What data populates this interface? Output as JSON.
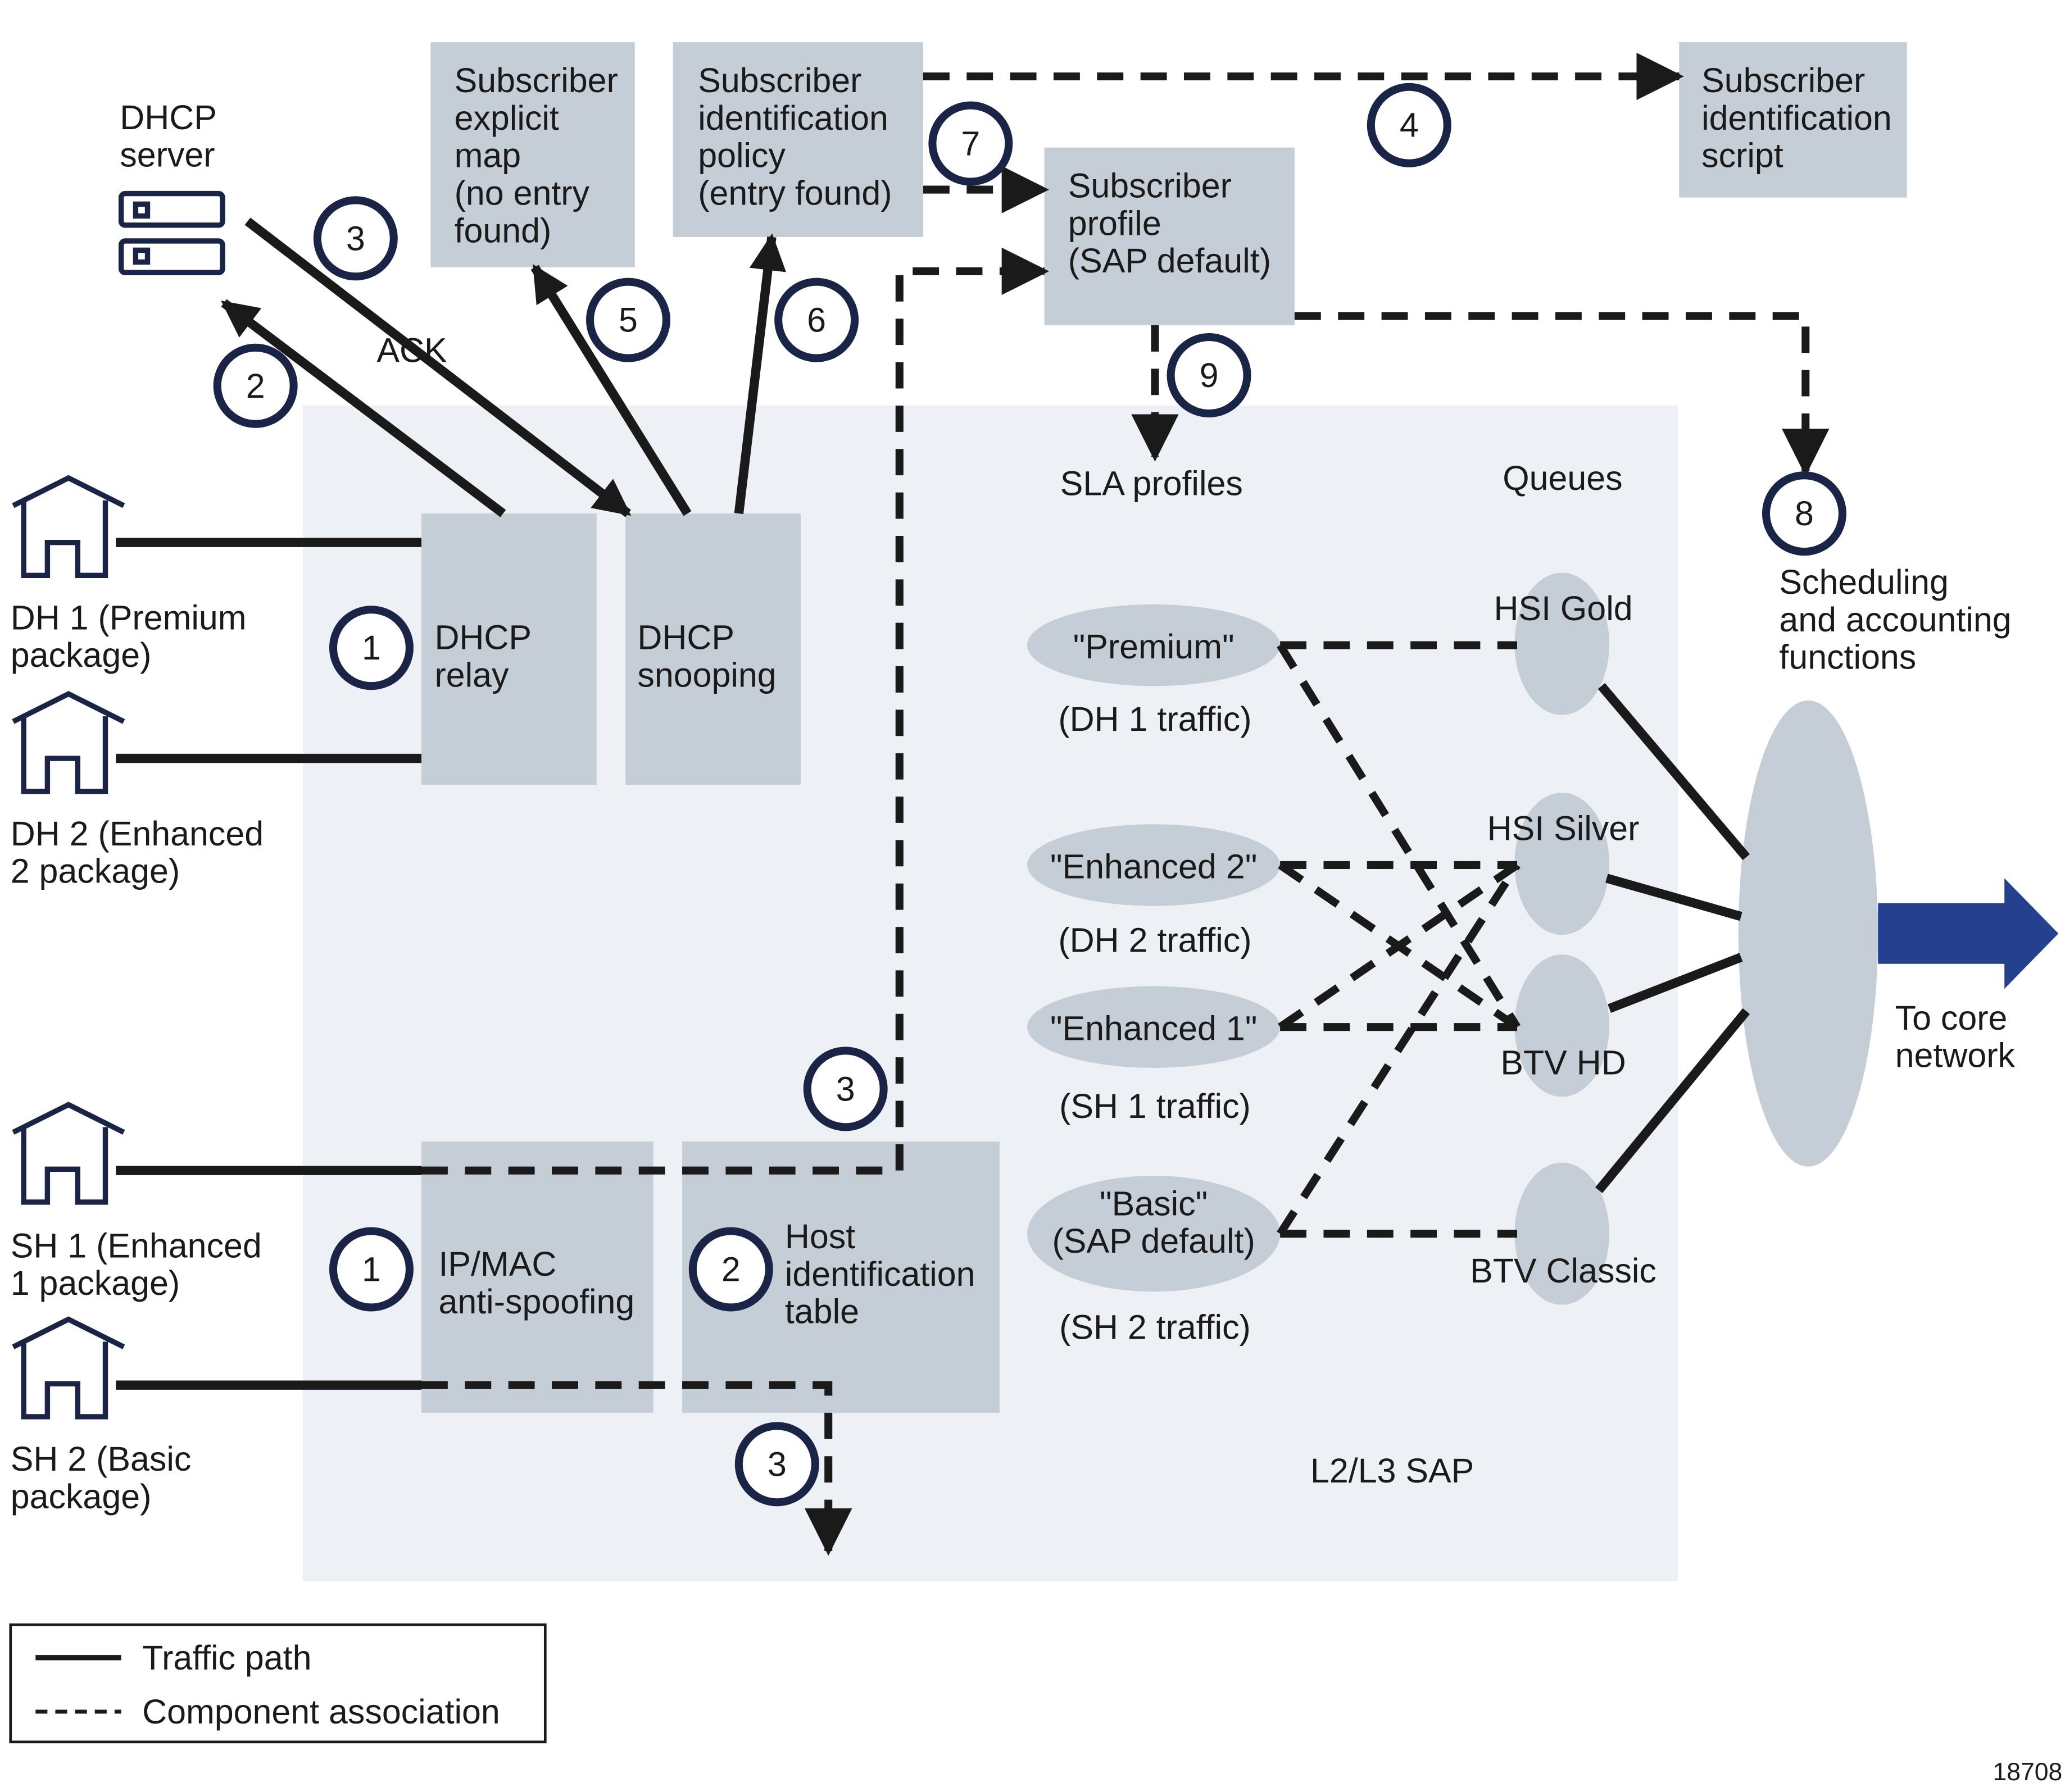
{
  "colors": {
    "area": "#edf1f6",
    "box": "#c5cdd6",
    "circle_stroke": "#1a2447",
    "arrow": "#24408e",
    "line": "#1a1a1a"
  },
  "labels": {
    "dhcp_server": [
      "DHCP",
      "server"
    ],
    "explicit_map": [
      "Subscriber",
      "explicit",
      "map",
      "(no entry",
      "found)"
    ],
    "id_policy": [
      "Subscriber",
      "identification",
      "policy",
      "(entry found)"
    ],
    "id_script": [
      "Subscriber",
      "identification",
      "script"
    ],
    "sub_profile": [
      "Subscriber",
      "profile",
      "(SAP default)"
    ],
    "ack": "ACK",
    "dhcp_relay": [
      "DHCP",
      "relay"
    ],
    "dhcp_snooping": [
      "DHCP",
      "snooping"
    ],
    "ip_mac": [
      "IP/MAC",
      "anti-spoofing"
    ],
    "host_table": [
      "Host",
      "identification",
      "table"
    ],
    "sla_profiles": "SLA profiles",
    "queues": "Queues",
    "scheduling": [
      "Scheduling",
      "and accounting",
      "functions"
    ],
    "to_core": [
      "To core",
      "network"
    ],
    "l2l3_sap": "L2/L3 SAP",
    "figure_id": "18708"
  },
  "houses": [
    {
      "id": "dh1",
      "lines": [
        "DH 1 (Premium",
        "package)"
      ]
    },
    {
      "id": "dh2",
      "lines": [
        "DH 2 (Enhanced",
        "2 package)"
      ]
    },
    {
      "id": "sh1",
      "lines": [
        "SH 1 (Enhanced",
        "1 package)"
      ]
    },
    {
      "id": "sh2",
      "lines": [
        "SH 2 (Basic",
        "package)"
      ]
    }
  ],
  "sla_profiles": [
    {
      "id": "premium",
      "name": [
        "\"Premium\""
      ],
      "traffic": "(DH 1 traffic)"
    },
    {
      "id": "enhanced2",
      "name": [
        "\"Enhanced 2\""
      ],
      "traffic": "(DH 2 traffic)"
    },
    {
      "id": "enhanced1",
      "name": [
        "\"Enhanced 1\""
      ],
      "traffic": "(SH 1 traffic)"
    },
    {
      "id": "basic",
      "name": [
        "\"Basic\"",
        "(SAP default)"
      ],
      "traffic": "(SH 2 traffic)"
    }
  ],
  "queues": [
    {
      "id": "hsi-gold",
      "name": "HSI Gold"
    },
    {
      "id": "hsi-silver",
      "name": "HSI Silver"
    },
    {
      "id": "btv-hd",
      "name": "BTV HD"
    },
    {
      "id": "btv-classic",
      "name": "BTV Classic"
    }
  ],
  "steps": {
    "s1a": "1",
    "s1b": "1",
    "s2a": "2",
    "s2b": "2",
    "s3a": "3",
    "s3b": "3",
    "s3c": "3",
    "s4": "4",
    "s5": "5",
    "s6": "6",
    "s7": "7",
    "s8": "8",
    "s9": "9"
  },
  "legend": {
    "traffic_path": "Traffic path",
    "component_association": "Component association"
  }
}
